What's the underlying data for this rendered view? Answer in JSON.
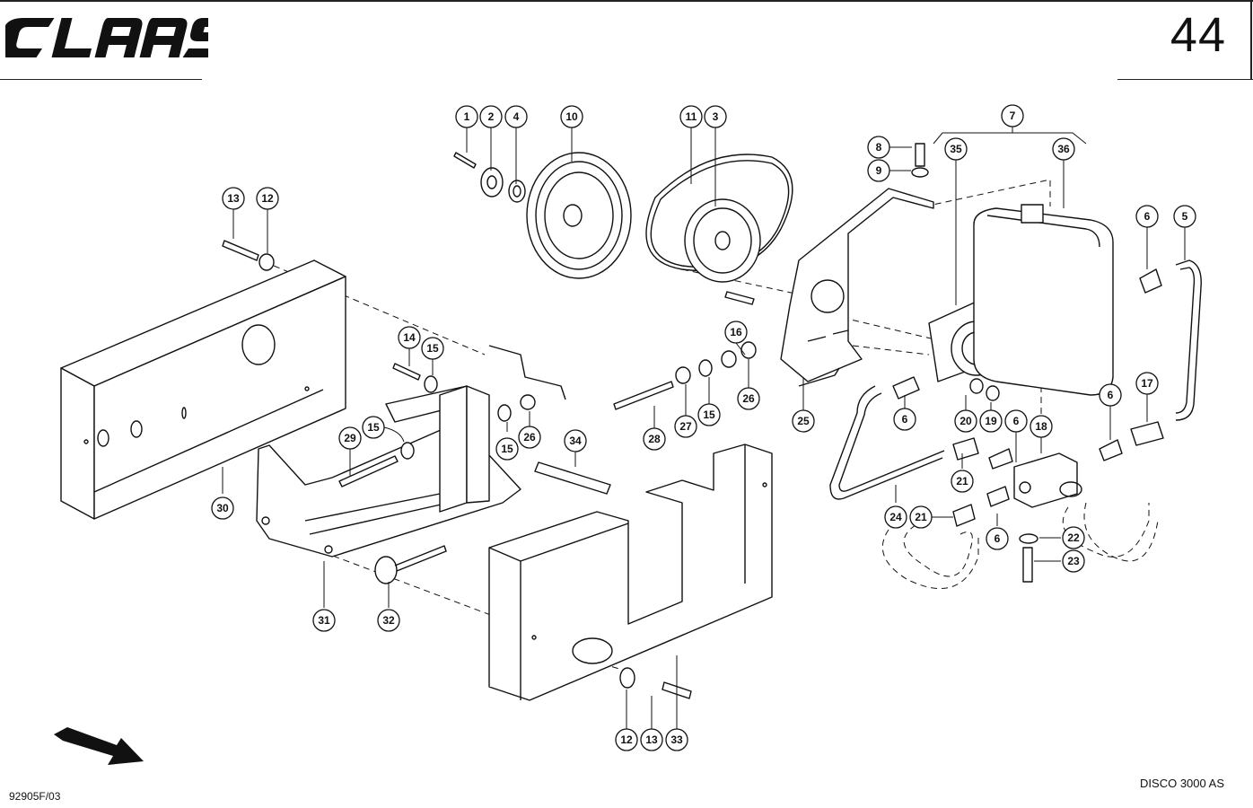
{
  "header": {
    "brand": "CLAAS",
    "page_number": "44"
  },
  "footer": {
    "doc_code": "92905F/03",
    "model": "DISCO 3000 AS"
  },
  "callouts": [
    "1",
    "2",
    "4",
    "10",
    "11",
    "3",
    "7",
    "8",
    "9",
    "35",
    "36",
    "13",
    "12",
    "6",
    "5",
    "14",
    "15",
    "16",
    "15",
    "29",
    "28",
    "27",
    "15",
    "26",
    "26",
    "25",
    "6",
    "20",
    "19",
    "6",
    "18",
    "6",
    "17",
    "34",
    "15",
    "30",
    "24",
    "21",
    "21",
    "6",
    "22",
    "23",
    "31",
    "32",
    "12",
    "13",
    "33"
  ],
  "icons": [
    "brand-logo",
    "direction-arrow-icon"
  ]
}
